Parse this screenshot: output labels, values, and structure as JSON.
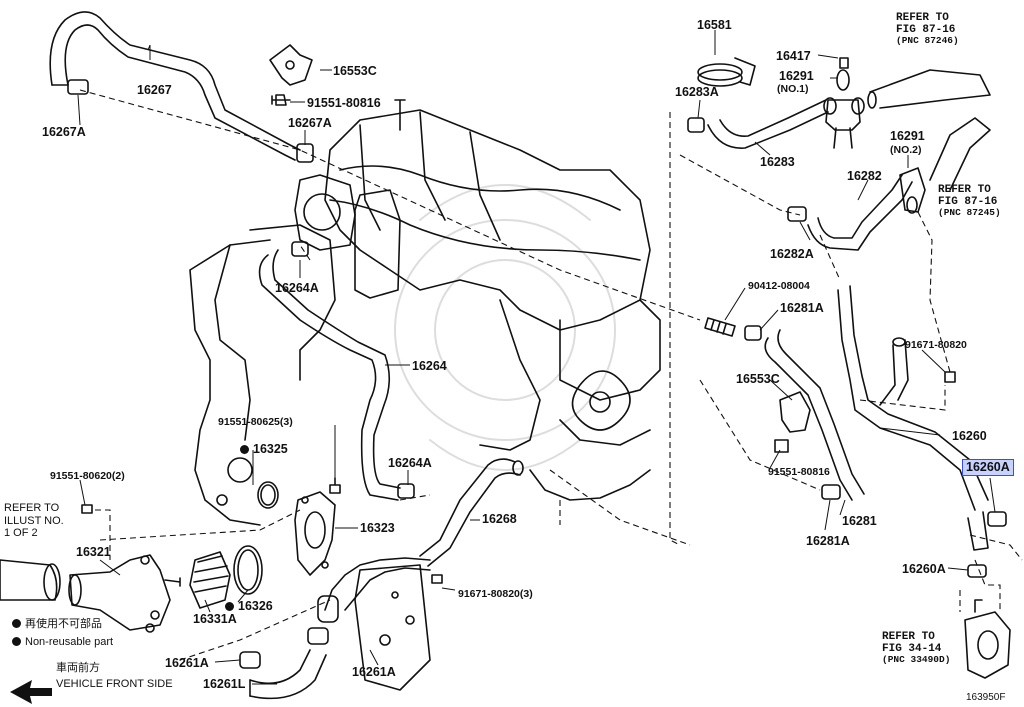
{
  "parts": {
    "p16267": "16267",
    "p16267A_left": "16267A",
    "p16553C_top": "16553C",
    "p91551_80816_top": "91551-80816",
    "p16267A_mid": "16267A",
    "p16264A_top": "16264A",
    "p16264": "16264",
    "p91551_80625": "91551-80625(3)",
    "p16325": "16325",
    "p16264A_low": "16264A",
    "p91551_80620": "91551-80620(2)",
    "p16321": "16321",
    "p16323": "16323",
    "p16268": "16268",
    "p16331A": "16331A",
    "p16326": "16326",
    "p91671_80820_low": "91671-80820(3)",
    "p16261A_left": "16261A",
    "p16261L": "16261L",
    "p16261A_right": "16261A",
    "p16581": "16581",
    "p16417": "16417",
    "p16291_1": "16291",
    "p16291_1_sub": "(NO.1)",
    "p16283A": "16283A",
    "p16283": "16283",
    "p16291_2": "16291",
    "p16291_2_sub": "(NO.2)",
    "p16282": "16282",
    "p16282A": "16282A",
    "p90412": "90412-08004",
    "p16281A_top": "16281A",
    "p91671_80820_right": "91671-80820",
    "p16553C_right": "16553C",
    "p16260": "16260",
    "p16260A_hl": "16260A",
    "p91551_80816_right": "91551-80816",
    "p16281": "16281",
    "p16281A_low": "16281A",
    "p16260A_low": "16260A"
  },
  "refs": {
    "top_right": {
      "line1": "REFER TO",
      "line2": "FIG 87-16",
      "pnc": "(PNC 87246)"
    },
    "mid_right": {
      "line1": "REFER TO",
      "line2": "FIG 87-16",
      "pnc": "(PNC 87245)"
    },
    "bottom_right": {
      "line1": "REFER TO",
      "line2": "FIG 34-14",
      "pnc": "(PNC 33490D)"
    },
    "left": {
      "line1": "REFER TO",
      "line2": "ILLUST NO.",
      "line3": "1 OF 2"
    }
  },
  "legend": {
    "reuse_jp": "再使用不可部品",
    "reuse_en": "Non-reusable part",
    "front_jp": "車両前方",
    "front_en": "VEHICLE FRONT SIDE"
  },
  "figure_code": "163950F",
  "colors": {
    "highlight_bg": "#c8d2ff",
    "highlight_border": "#3a4fd8",
    "ink": "#111111"
  }
}
